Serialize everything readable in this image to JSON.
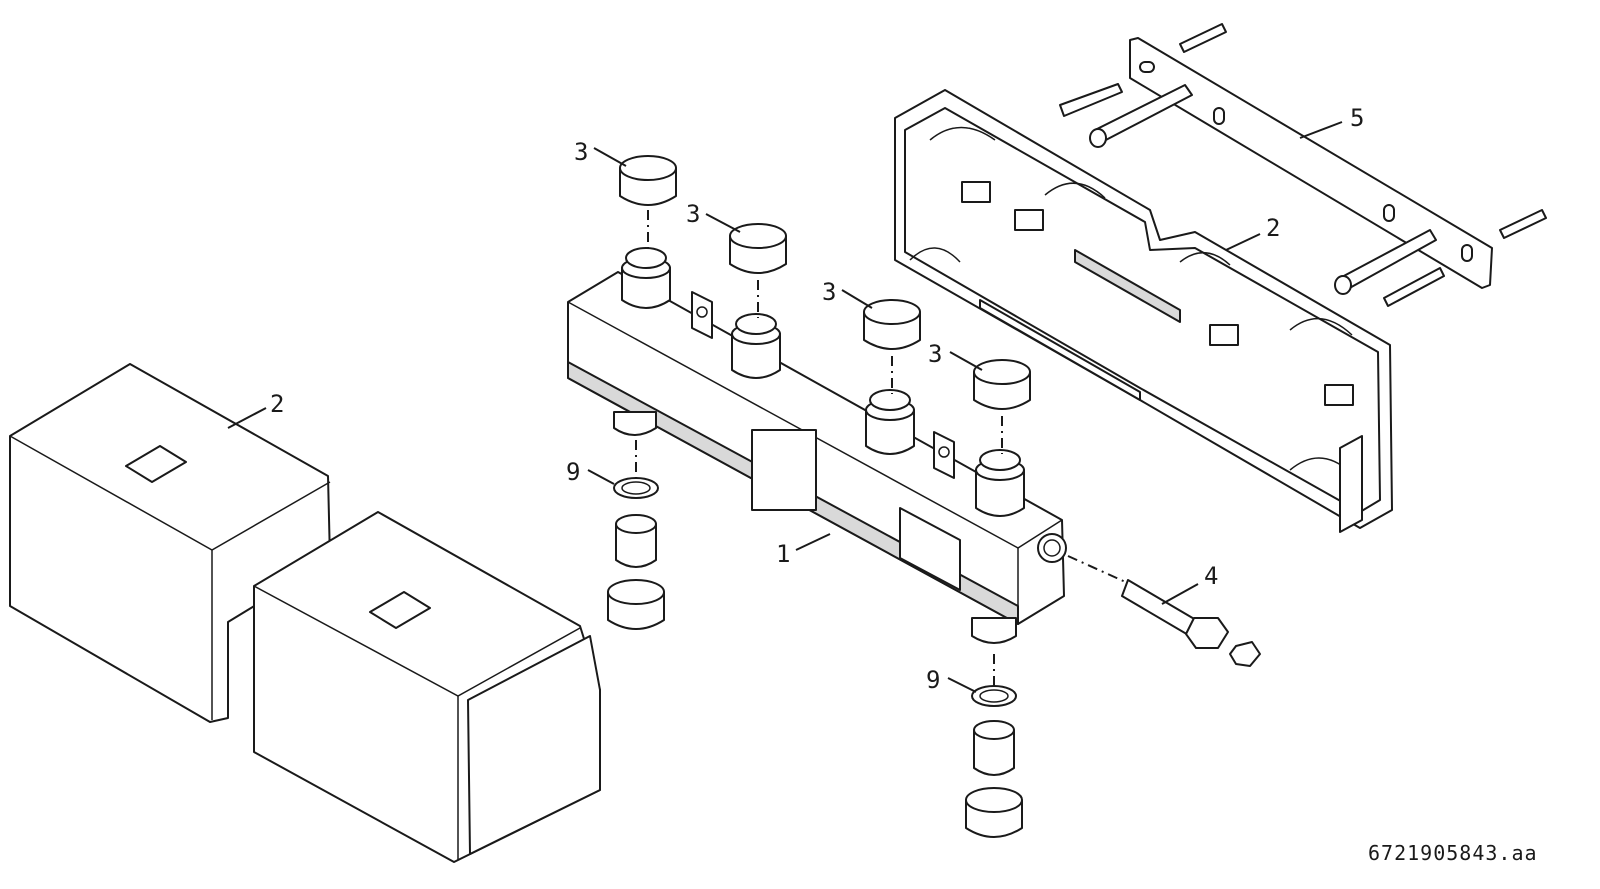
{
  "callouts": {
    "manifold": "1",
    "insulation_left": "2",
    "insulation_back": "2",
    "union_nut_a": "3",
    "union_nut_b": "3",
    "union_nut_c": "3",
    "union_nut_d": "3",
    "drain_plug": "4",
    "wall_bracket": "5",
    "seal_left": "9",
    "seal_right": "9"
  },
  "drawing_reference": "6721905843.aa"
}
